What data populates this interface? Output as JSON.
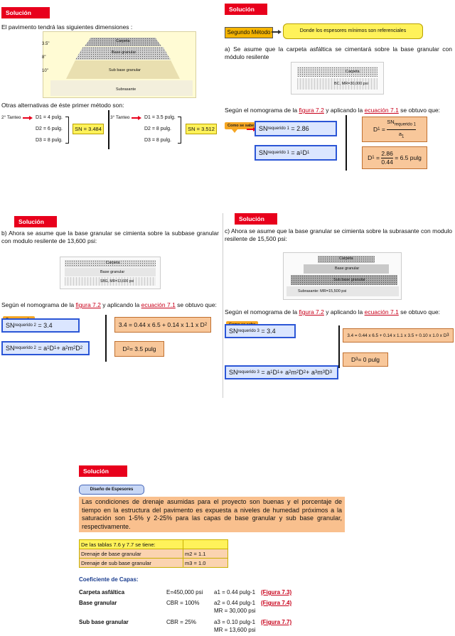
{
  "q1": {
    "solucion": "Solución",
    "intro": "El pavimento tendrá las siguientes dimensiones :",
    "layer_labels": [
      "Carpeta",
      "Base granular",
      "Sub base granular",
      "Subrasante"
    ],
    "thickness_labels": [
      "3.5\"",
      "8\"",
      "10\""
    ],
    "otras": "Otras alternativas de éste primer método son:",
    "tanteo2": {
      "title": "2° Tanteo",
      "d1": "D1 = 4 pulg.",
      "d2": "D2 = 6 pulg.",
      "d3": "D3 = 8 pulg.",
      "sn": "SN = 3.484"
    },
    "tanteo3": {
      "title": "3° Tanteo",
      "d1": "D1 = 3.5 pulg.",
      "d2": "D2 = 8 pulg.",
      "d3": "D3 = 8 pulg.",
      "sn": "SN = 3.512"
    }
  },
  "q2": {
    "solucion": "Solución",
    "segundo": "Segundo Método",
    "donde": "Donde los espesores mínimos son referenciales",
    "texto_a": "a) Se asume que la carpeta asfáltica se cimentará sobre la base granular con módulo resilente",
    "fig_labels": [
      "Carpeta",
      "BC, MR=30,000 psi"
    ],
    "nomo_pre": "Según el nomograma de la ",
    "figura": "figura 7.2",
    "nomo_mid": " y aplicando la ",
    "ecuacion": "ecuación 7.1",
    "nomo_post": " se obtuvo que:",
    "como": "Como se sabe",
    "sn_req1": "2.86",
    "d1_val": "2.86",
    "d1_den": "0.44",
    "d1_res": "= 6.5 pulg"
  },
  "q3": {
    "solucion": "Solución",
    "texto_b": "b) Ahora se asume que la base granular se cimienta sobre la subbase granular con modulo resilente de 13,600 psi:",
    "fig_labels": [
      "Carpeta",
      "Base granular",
      "SBG, MR=13,600 psi"
    ],
    "nomo_pre": "Según el nomograma de la ",
    "figura": "figura 7.2",
    "nomo_mid": " y aplicando la ",
    "ecuacion": "ecuación 7.1",
    "nomo_post": " se obtuvo que:",
    "como": "Como se sabe",
    "sn_req2": "= 3.4",
    "eq": "3.4 = 0.44 x 6.5 + 0.14 x 1.1 x D",
    "d2": "D",
    "d2_res": " = 3.5 pulg"
  },
  "q4": {
    "solucion": "Solución",
    "texto_c": "c) Ahora se asume que la base granular se cimienta sobre la subrasante con modulo resilente de 15,500 psi:",
    "fig_labels": [
      "Carpeta",
      "Base granular",
      "Sub base granular",
      "Subrasante: MR=15,500 psi"
    ],
    "nomo_pre": "Según el nomograma de la ",
    "figura": "figura 7.2",
    "nomo_mid": " y aplicando la ",
    "ecuacion": "ecuación 7.1",
    "nomo_post": " se obtuvo que:",
    "como": "Como se sabe",
    "sn_req3": "= 3.4",
    "eq": "3.4 = 0.44 x 6.5 + 0.14 x 1.1 x 3.5 + 0.10 x 1.0 x D",
    "d3": "D",
    "d3_res": " = 0 pulg"
  },
  "q5": {
    "solucion": "Solución",
    "diseno": "Diseño de Espesores",
    "condiciones": "Las condiciones de drenaje asumidas para el proyecto son buenas y el porcentaje de tiempo en la estructura del pavimento es expuesta a niveles de humedad próximos a la saturación son 1-5% y 2-25% para las capas de base granular y sub base granular, respectivamente.",
    "tabla": [
      {
        "label": "De las tablas 7.6 y 7.7 se tiene:",
        "val": ""
      },
      {
        "label": "Drenaje de base granular",
        "val": "m2 = 1.1"
      },
      {
        "label": "Drenaje de sub base granular",
        "val": "m3 = 1.0"
      }
    ],
    "coef_title": "Coeficiente de Capas:",
    "coef": [
      {
        "name": "Carpeta asfáltica",
        "prop": "E=450,000 psi",
        "a": "a1 = 0.44 pulg-1",
        "extra": "",
        "ref": "(Figura 7.3)"
      },
      {
        "name": "Base granular",
        "prop": "CBR = 100%",
        "a": "a2 = 0.44 pulg-1",
        "extra": "MR = 30,000 psi",
        "ref": "(Figura 7.4)"
      },
      {
        "name": "Sub base granular",
        "prop": "CBR = 25%",
        "a": "a3 = 0.10 pulg-1",
        "extra": "MR = 13,600 psi",
        "ref": "(Figura 7.7)"
      }
    ]
  },
  "colors": {
    "solucion_red": "#e8001c",
    "link_red": "#c8001a",
    "yellow": "#fff25a",
    "blue_border": "#2b56d6",
    "orange_box": "#f8c79a"
  }
}
